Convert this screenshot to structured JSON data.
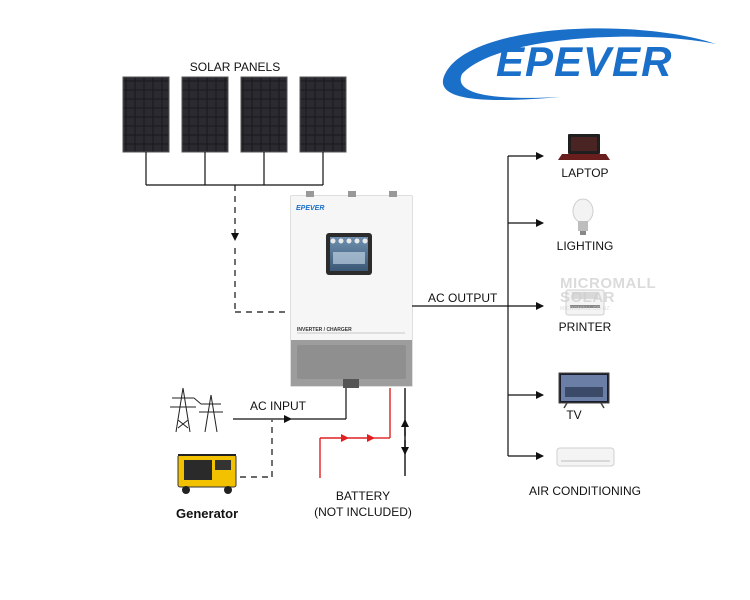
{
  "brand": {
    "logo_text": "EPEVER",
    "device_brand": "EPEVER"
  },
  "labels": {
    "solar_panels": "SOLAR PANELS",
    "ac_input": "AC INPUT",
    "ac_output": "AC OUTPUT",
    "battery_line1": "BATTERY",
    "battery_line2": "(NOT INCLUDED)",
    "generator": "Generator"
  },
  "device": {
    "label": "INVERTER / CHARGER"
  },
  "outputs": [
    {
      "label": "LAPTOP",
      "icon": "laptop-icon"
    },
    {
      "label": "LIGHTING",
      "icon": "light-bulb-icon"
    },
    {
      "label": "PRINTER",
      "icon": "printer-icon"
    },
    {
      "label": "TV",
      "icon": "tv-icon"
    },
    {
      "label": "AIR CONDITIONING",
      "icon": "air-conditioner-icon"
    }
  ],
  "watermark": {
    "line1": "MICROMALL",
    "line2": "SOLAR",
    "line3": "MICROMALL.CO.NZ"
  },
  "colors": {
    "brand_blue": "#1a6fc9",
    "battery_red": "#e02020",
    "wire": "#111111"
  }
}
